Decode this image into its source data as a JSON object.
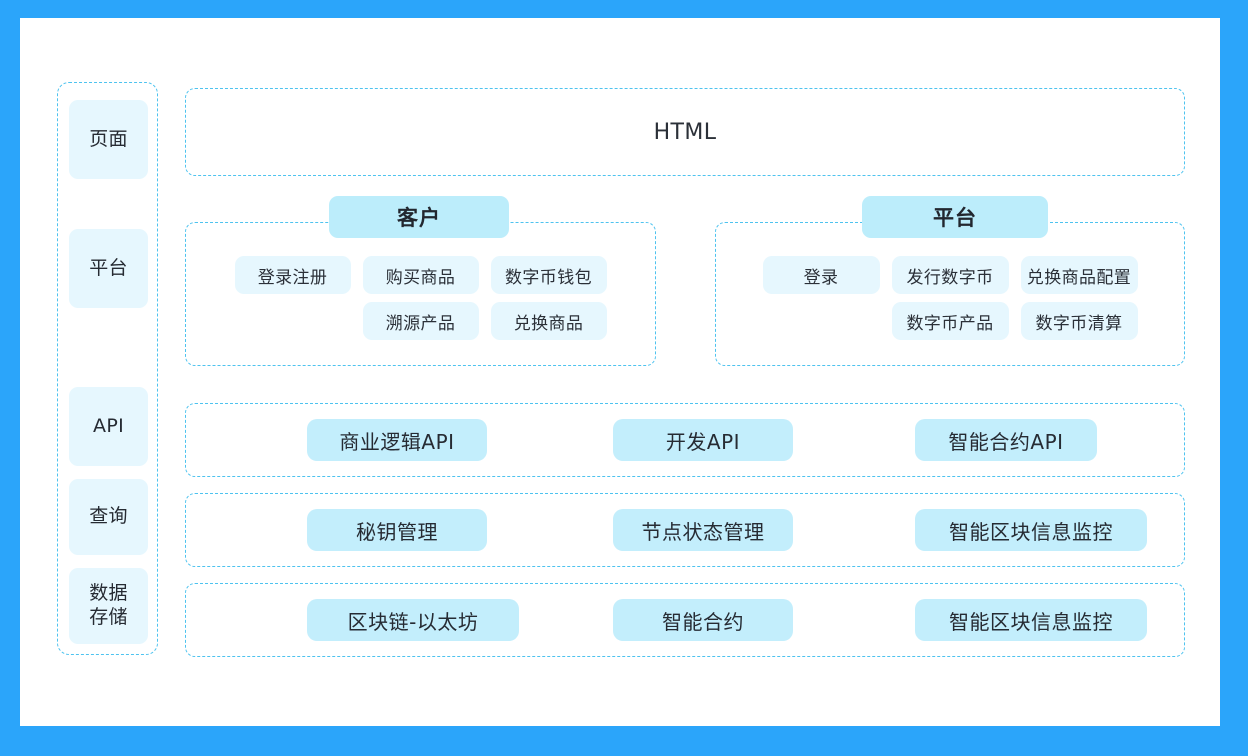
{
  "theme": {
    "frame_blue": "#2ba5fa",
    "canvas": "#ffffff",
    "dash_border": "#4ec3ef",
    "chip_light": "#e6f7fe",
    "chip_mid": "#c3eefc",
    "chip_header": "#bcedfb",
    "text": "#262b33"
  },
  "sidebar": {
    "items": [
      {
        "label": "页面",
        "name": "sidebar-item-page"
      },
      {
        "label": "平台",
        "name": "sidebar-item-platform"
      },
      {
        "label": "API",
        "name": "sidebar-item-api"
      },
      {
        "label": "查询",
        "name": "sidebar-item-query"
      },
      {
        "label": "数据\n存储",
        "name": "sidebar-item-storage"
      }
    ],
    "item_0": "页面",
    "item_1": "平台",
    "item_2": "API",
    "item_3": "查询",
    "item_4_line1": "数据",
    "item_4_line2": "存储"
  },
  "rows": {
    "html": {
      "title": "HTML"
    },
    "api": {
      "chips": [
        "商业逻辑API",
        "开发API",
        "智能合约API"
      ],
      "chip_0": "商业逻辑API",
      "chip_1": "开发API",
      "chip_2": "智能合约API"
    },
    "query": {
      "chips": [
        "秘钥管理",
        "节点状态管理",
        "智能区块信息监控"
      ],
      "chip_0": "秘钥管理",
      "chip_1": "节点状态管理",
      "chip_2": "智能区块信息监控"
    },
    "storage": {
      "chips": [
        "区块链-以太坊",
        "智能合约",
        "智能区块信息监控"
      ],
      "chip_0": "区块链-以太坊",
      "chip_1": "智能合约",
      "chip_2": "智能区块信息监控"
    }
  },
  "groups": {
    "customer": {
      "title": "客户",
      "row1": [
        "登录注册",
        "购买商品",
        "数字币钱包"
      ],
      "row2": [
        "溯源产品",
        "兑换商品"
      ],
      "r1c0": "登录注册",
      "r1c1": "购买商品",
      "r1c2": "数字币钱包",
      "r2c1": "溯源产品",
      "r2c2": "兑换商品"
    },
    "platform": {
      "title": "平台",
      "row1": [
        "登录",
        "发行数字币",
        "兑换商品配置"
      ],
      "row2": [
        "数字币产品",
        "数字币清算"
      ],
      "r1c0": "登录",
      "r1c1": "发行数字币",
      "r1c2": "兑换商品配置",
      "r2c1": "数字币产品",
      "r2c2": "数字币清算"
    }
  }
}
